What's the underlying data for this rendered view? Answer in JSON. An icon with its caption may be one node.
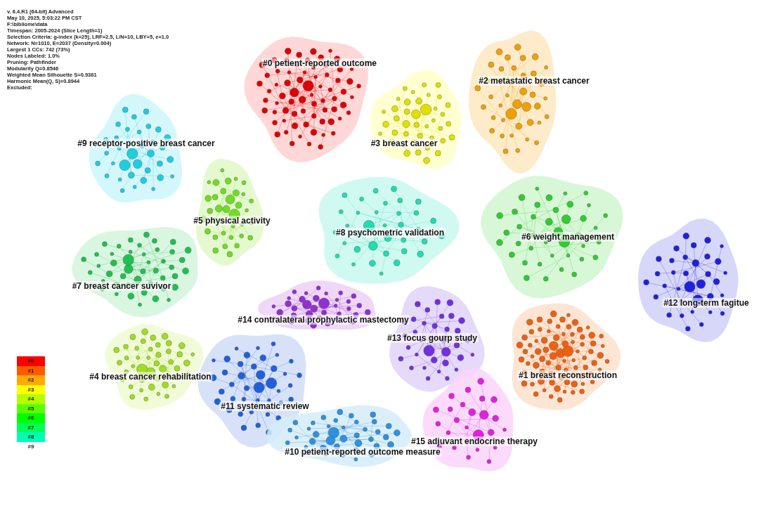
{
  "diagram": {
    "nodes": [
      {
        "text": [
          "#0 petient-reported outcome"
        ]
      },
      {
        "text": [
          "#2 metastatic breast cancer"
        ]
      },
      {
        "text": [
          "#3 breast cancer"
        ]
      },
      {
        "text": [
          "#9 receptor-positive breast cancer"
        ]
      },
      {
        "text": [
          "#5 physical activity"
        ]
      },
      {
        "text": [
          "#8 psychometric validation"
        ]
      },
      {
        "text": [
          "#6 weight management"
        ]
      },
      {
        "text": [
          "#7 breast cancer suvivor"
        ]
      },
      {
        "text": [
          "#12 long-term fagitue"
        ]
      },
      {
        "text": [
          "#14 contralateral prophylactic mastectomy"
        ]
      },
      {
        "text": [
          "#13 focus gourp study"
        ]
      },
      {
        "text": [
          "#1 breast reconstruction"
        ]
      },
      {
        "text": [
          "#4 breast cancer rehabilitation"
        ]
      },
      {
        "text": [
          "#11 systematic review"
        ]
      },
      {
        "text": [
          "#10 petient-reported outcome measure"
        ]
      },
      {
        "text": [
          "#15 adjuvant endocrine therapy"
        ]
      }
    ],
    "labels": [
      "v. 6.4.R1 (64-bit) Advanced",
      "May 10, 2025, 5:03:22 PM CST",
      "F:\\bibliome\\data",
      "Timespan: 2005-2024 (Slice Length=1)",
      "Selection Criteria: g-index (k=25), LRF=2.5, L/N=10, LBY=5, e=1.0",
      "Network: N=1010, E=2037 (Density=0.004)",
      "Largest 1 CCs: 742 (73%)",
      "Nodes Labeled: 1.0%",
      "Pruning: Pathfinder",
      "Modularity Q=0.8546",
      "Weighted Mean Silhouette S=0.9381",
      "Harmonic Mean(Q, S)=0.8944",
      "Excluded:"
    ],
    "legend": [
      {
        "text": "#0",
        "color": "#ff0000"
      },
      {
        "text": "#1",
        "color": "#ff5a00"
      },
      {
        "text": "#2",
        "color": "#ffaa00"
      },
      {
        "text": "#3",
        "color": "#ffff00"
      },
      {
        "text": "#4",
        "color": "#b4ff00"
      },
      {
        "text": "#5",
        "color": "#5aff00"
      },
      {
        "text": "#6",
        "color": "#00ff00"
      },
      {
        "text": "#7",
        "color": "#00ff5a"
      },
      {
        "text": "#8",
        "color": "#00ffb4"
      },
      {
        "text": "#9",
        "color": "#ffffff"
      }
    ]
  }
}
